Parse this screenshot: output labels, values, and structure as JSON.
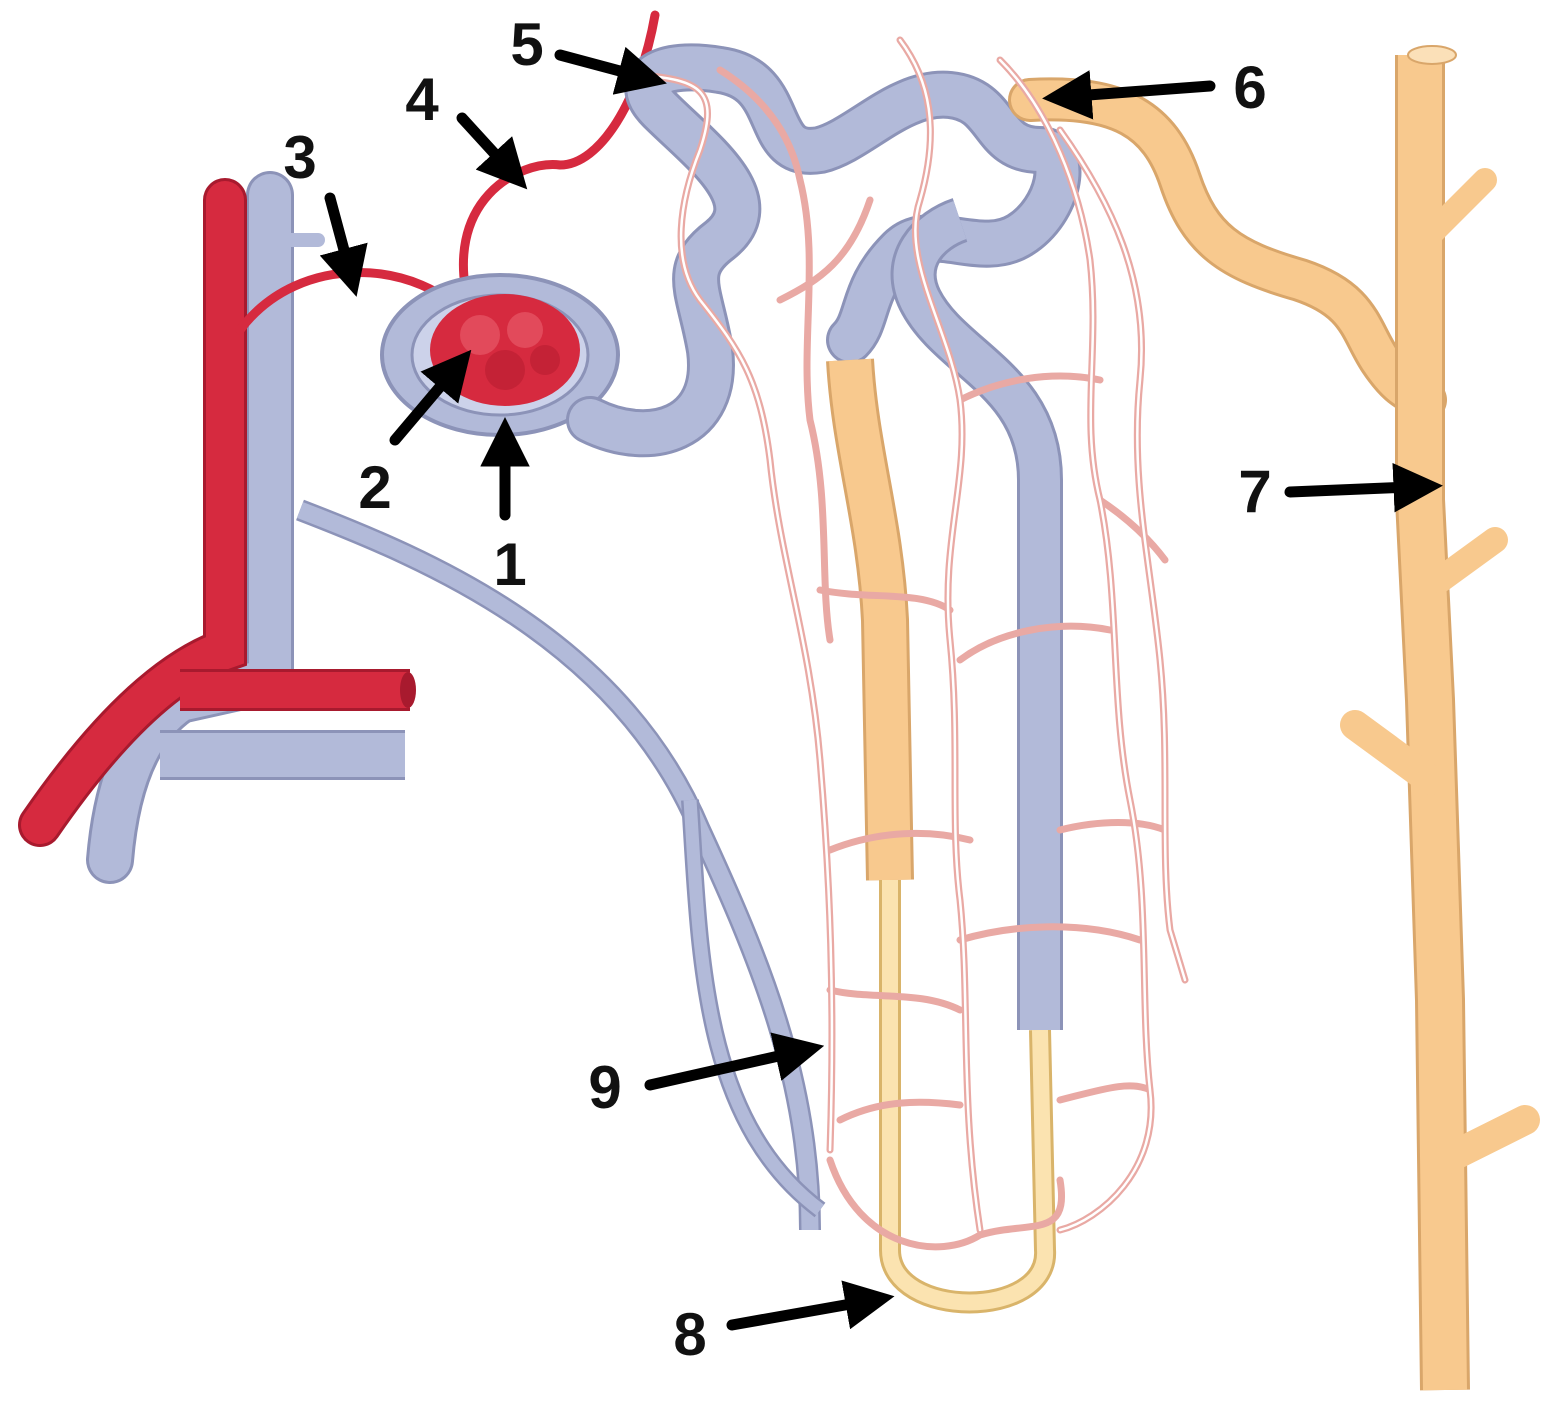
{
  "labels": [
    "1",
    "2",
    "3",
    "4",
    "5",
    "6",
    "7",
    "8",
    "9"
  ],
  "colors": {
    "artery": "#d62a3f",
    "vein": "#b2bad9",
    "tubule": "#f8c98e",
    "capillary": "#e9a9a4",
    "outline": "#8c93b8",
    "label": "#111111"
  }
}
